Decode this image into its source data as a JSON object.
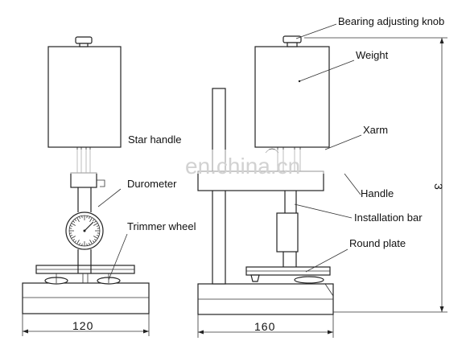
{
  "labels": {
    "bearing_adjusting_knob": "Bearing adjusting knob",
    "weight": "Weight",
    "star_handle": "Star handle",
    "xarm": "Xarm",
    "durometer": "Durometer",
    "handle": "Handle",
    "trimmer_wheel": "Trimmer wheel",
    "installation_bar": "Installation bar",
    "round_plate": "Round plate"
  },
  "dimensions": {
    "left_width": "120",
    "right_width": "160",
    "height": "3"
  },
  "watermark": "en.china.cn",
  "colors": {
    "line": "#222222",
    "watermark": "#d2d2d2",
    "background": "#ffffff"
  }
}
